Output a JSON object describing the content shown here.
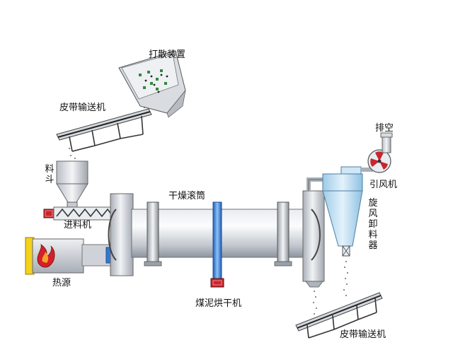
{
  "labels": {
    "scatter_device": "打散装置",
    "belt_conveyor_top": "皮带输送机",
    "hopper": "料斗",
    "feeder": "进料机",
    "heat_source": "热源",
    "drum": "干燥滚筒",
    "product_name": "煤泥烘干机",
    "exhaust": "排空",
    "fan": "引风机",
    "cyclone": "旋风卸料器",
    "belt_conveyor_bottom": "皮带输送机"
  },
  "colors": {
    "steel_light": "#f2f4f7",
    "steel_mid": "#c9ced6",
    "steel_dark": "#7d8490",
    "cyclone_blue": "#b8dcf2",
    "drive_blue": "#2f78d8",
    "heat_yellow": "#f3d21f",
    "heat_red": "#d3202a",
    "screw_red": "#c9252d"
  },
  "icons": {
    "fan": "fan-icon",
    "flame": "flame-icon"
  }
}
